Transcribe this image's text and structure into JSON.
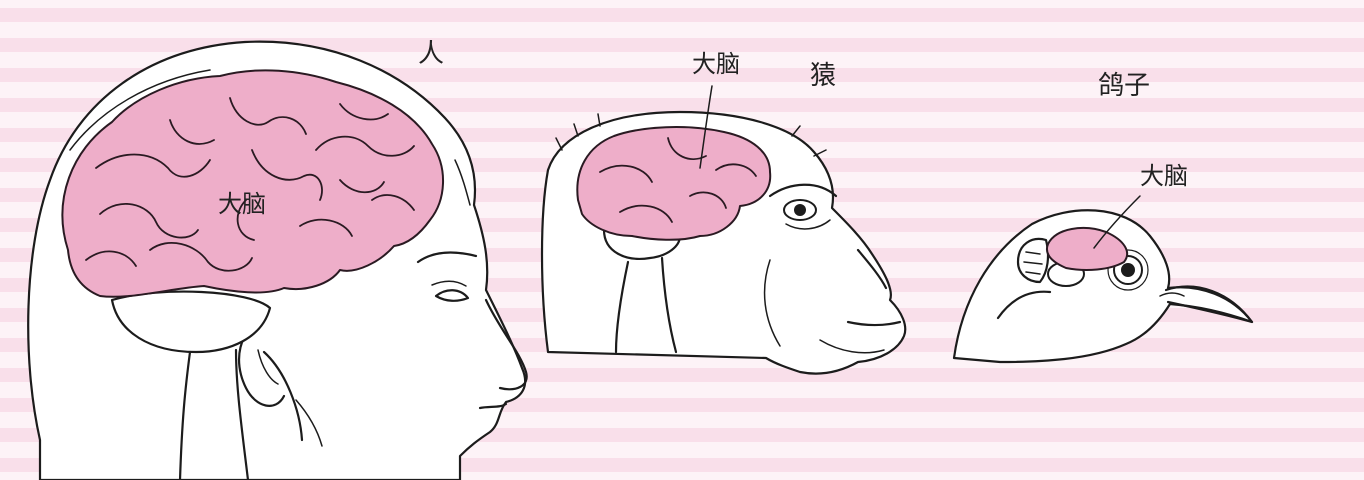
{
  "figure": {
    "panels": [
      {
        "id": "human",
        "name": "人",
        "brain_label": "大脑"
      },
      {
        "id": "monkey",
        "name": "猿",
        "brain_label": "大脑"
      },
      {
        "id": "pigeon",
        "name": "鸽子",
        "brain_label": "大脑"
      }
    ],
    "colors": {
      "background_stripe": "#f7d8e5",
      "background_base": "#fdf3f7",
      "brain_fill": "#eeaec9",
      "line_ink": "#1c1c1c"
    }
  }
}
